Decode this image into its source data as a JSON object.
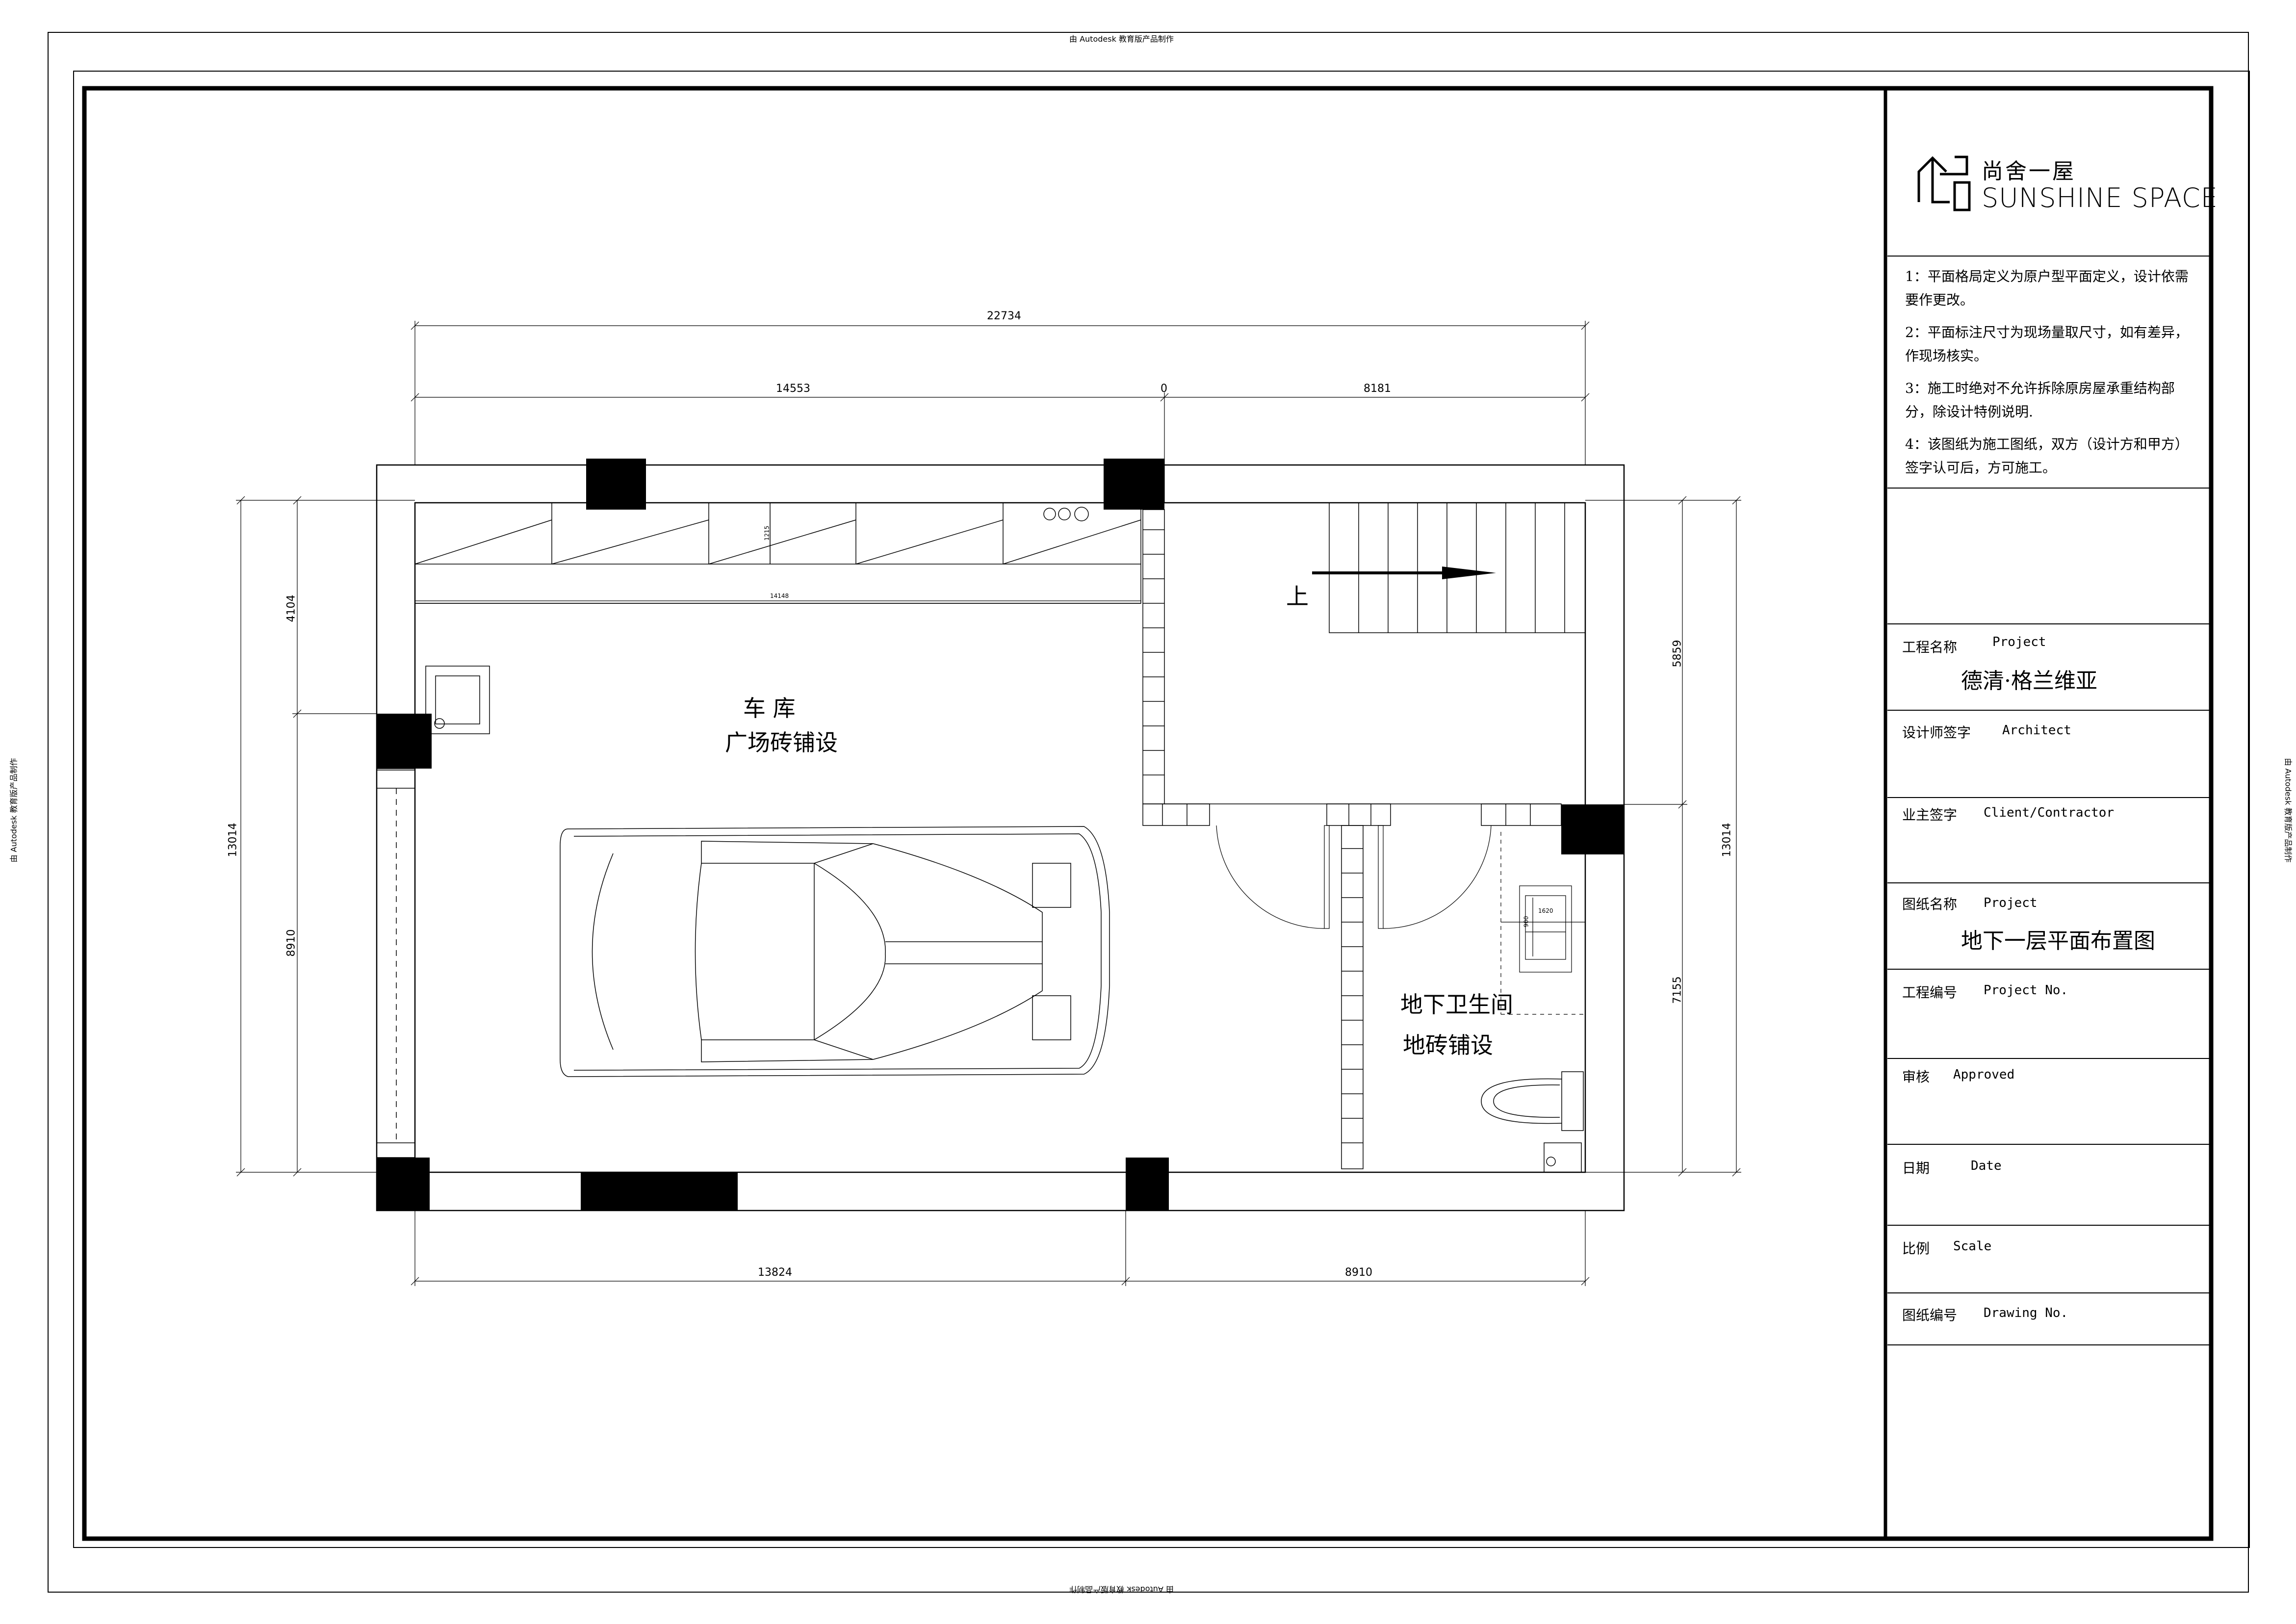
{
  "watermark": "由 Autodesk 教育版产品制作",
  "brand": {
    "name_cn": "尚舍一屋",
    "name_en": "SUNSHINE SPACE"
  },
  "notes": [
    "1：平面格局定义为原户型平面定义，设计依需要作更改。",
    "2：平面标注尺寸为现场量取尺寸，如有差异，作现场核实。",
    "3：施工时绝对不允许拆除原房屋承重结构部分，除设计特例说明.",
    "4：该图纸为施工图纸，双方（设计方和甲方）签字认可后，方可施工。"
  ],
  "title_block": {
    "project_label": "工程名称",
    "project_label_en": "Project",
    "project_value": "德清·格兰维亚",
    "designer_label": "设计师签字",
    "designer_label_en": "Architect",
    "client_label": "业主签字",
    "client_label_en": "Client/Contractor",
    "drawing_name_label": "图纸名称",
    "drawing_name_label_en": "Project",
    "drawing_name_value": "地下一层平面布置图",
    "project_no_label": "工程编号",
    "project_no_label_en": "Project  No.",
    "approved_label": "审核",
    "approved_label_en": "Approved",
    "date_label": "日期",
    "date_label_en": "Date",
    "scale_label": "比例",
    "scale_label_en": "Scale",
    "drawing_no_label": "图纸编号",
    "drawing_no_label_en": "Drawing No."
  },
  "plan": {
    "garage_title": "车  库",
    "garage_floor": "广场砖铺设",
    "bath_title": "地下卫生间",
    "bath_floor": "地砖铺设",
    "stair_up": "上"
  },
  "dimensions": {
    "top_total": "22734",
    "top_left": "14553",
    "top_zero": "0",
    "top_right": "8181",
    "bottom_left": "13824",
    "bottom_right": "8910",
    "left_total": "13014",
    "left_upper": "4104",
    "left_lower": "8910",
    "right_total": "13014",
    "right_upper": "5859",
    "right_lower": "7155",
    "cabinet_depth": "1215",
    "cabinet_length": "14148",
    "basin_w": "1620",
    "basin_d": "900"
  }
}
